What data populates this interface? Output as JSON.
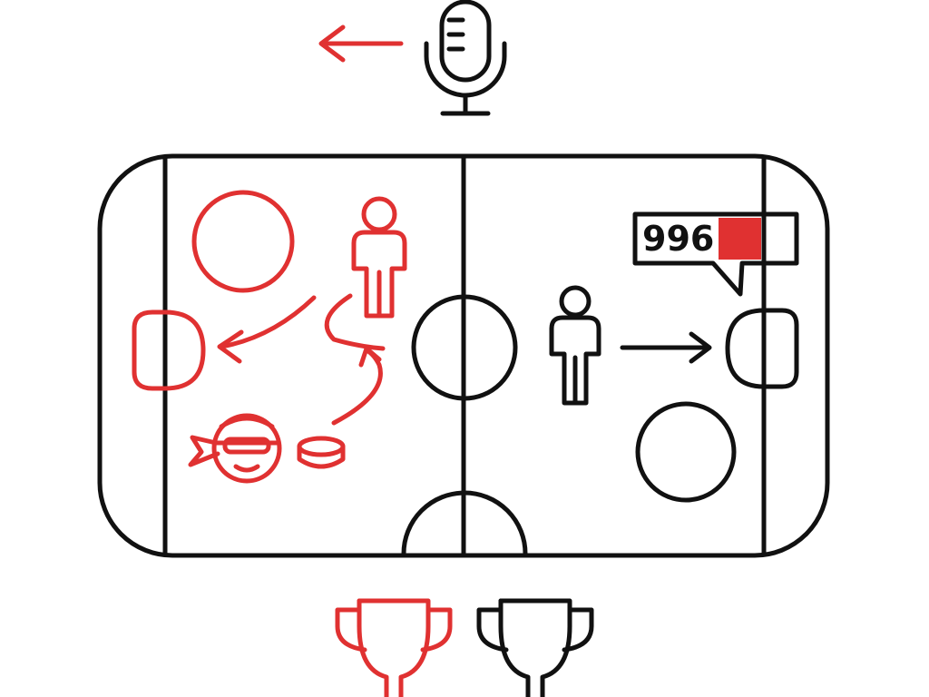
{
  "colors": {
    "ink": "#111111",
    "accent": "#e03131",
    "background": "#ffffff"
  },
  "scoreboard": {
    "value": "996",
    "meter_level": 0.55
  },
  "icons": {
    "top": [
      "arrow-left-icon",
      "microphone-icon"
    ],
    "rink": [
      "faceoff-circle-icon",
      "goal-crease-icon",
      "player-icon",
      "curved-arrow-icon",
      "masked-player-icon",
      "puck-icon",
      "straight-arrow-icon",
      "scoreboard-callout-icon"
    ],
    "bottom": [
      "trophy-icon-red",
      "trophy-icon-black"
    ]
  }
}
